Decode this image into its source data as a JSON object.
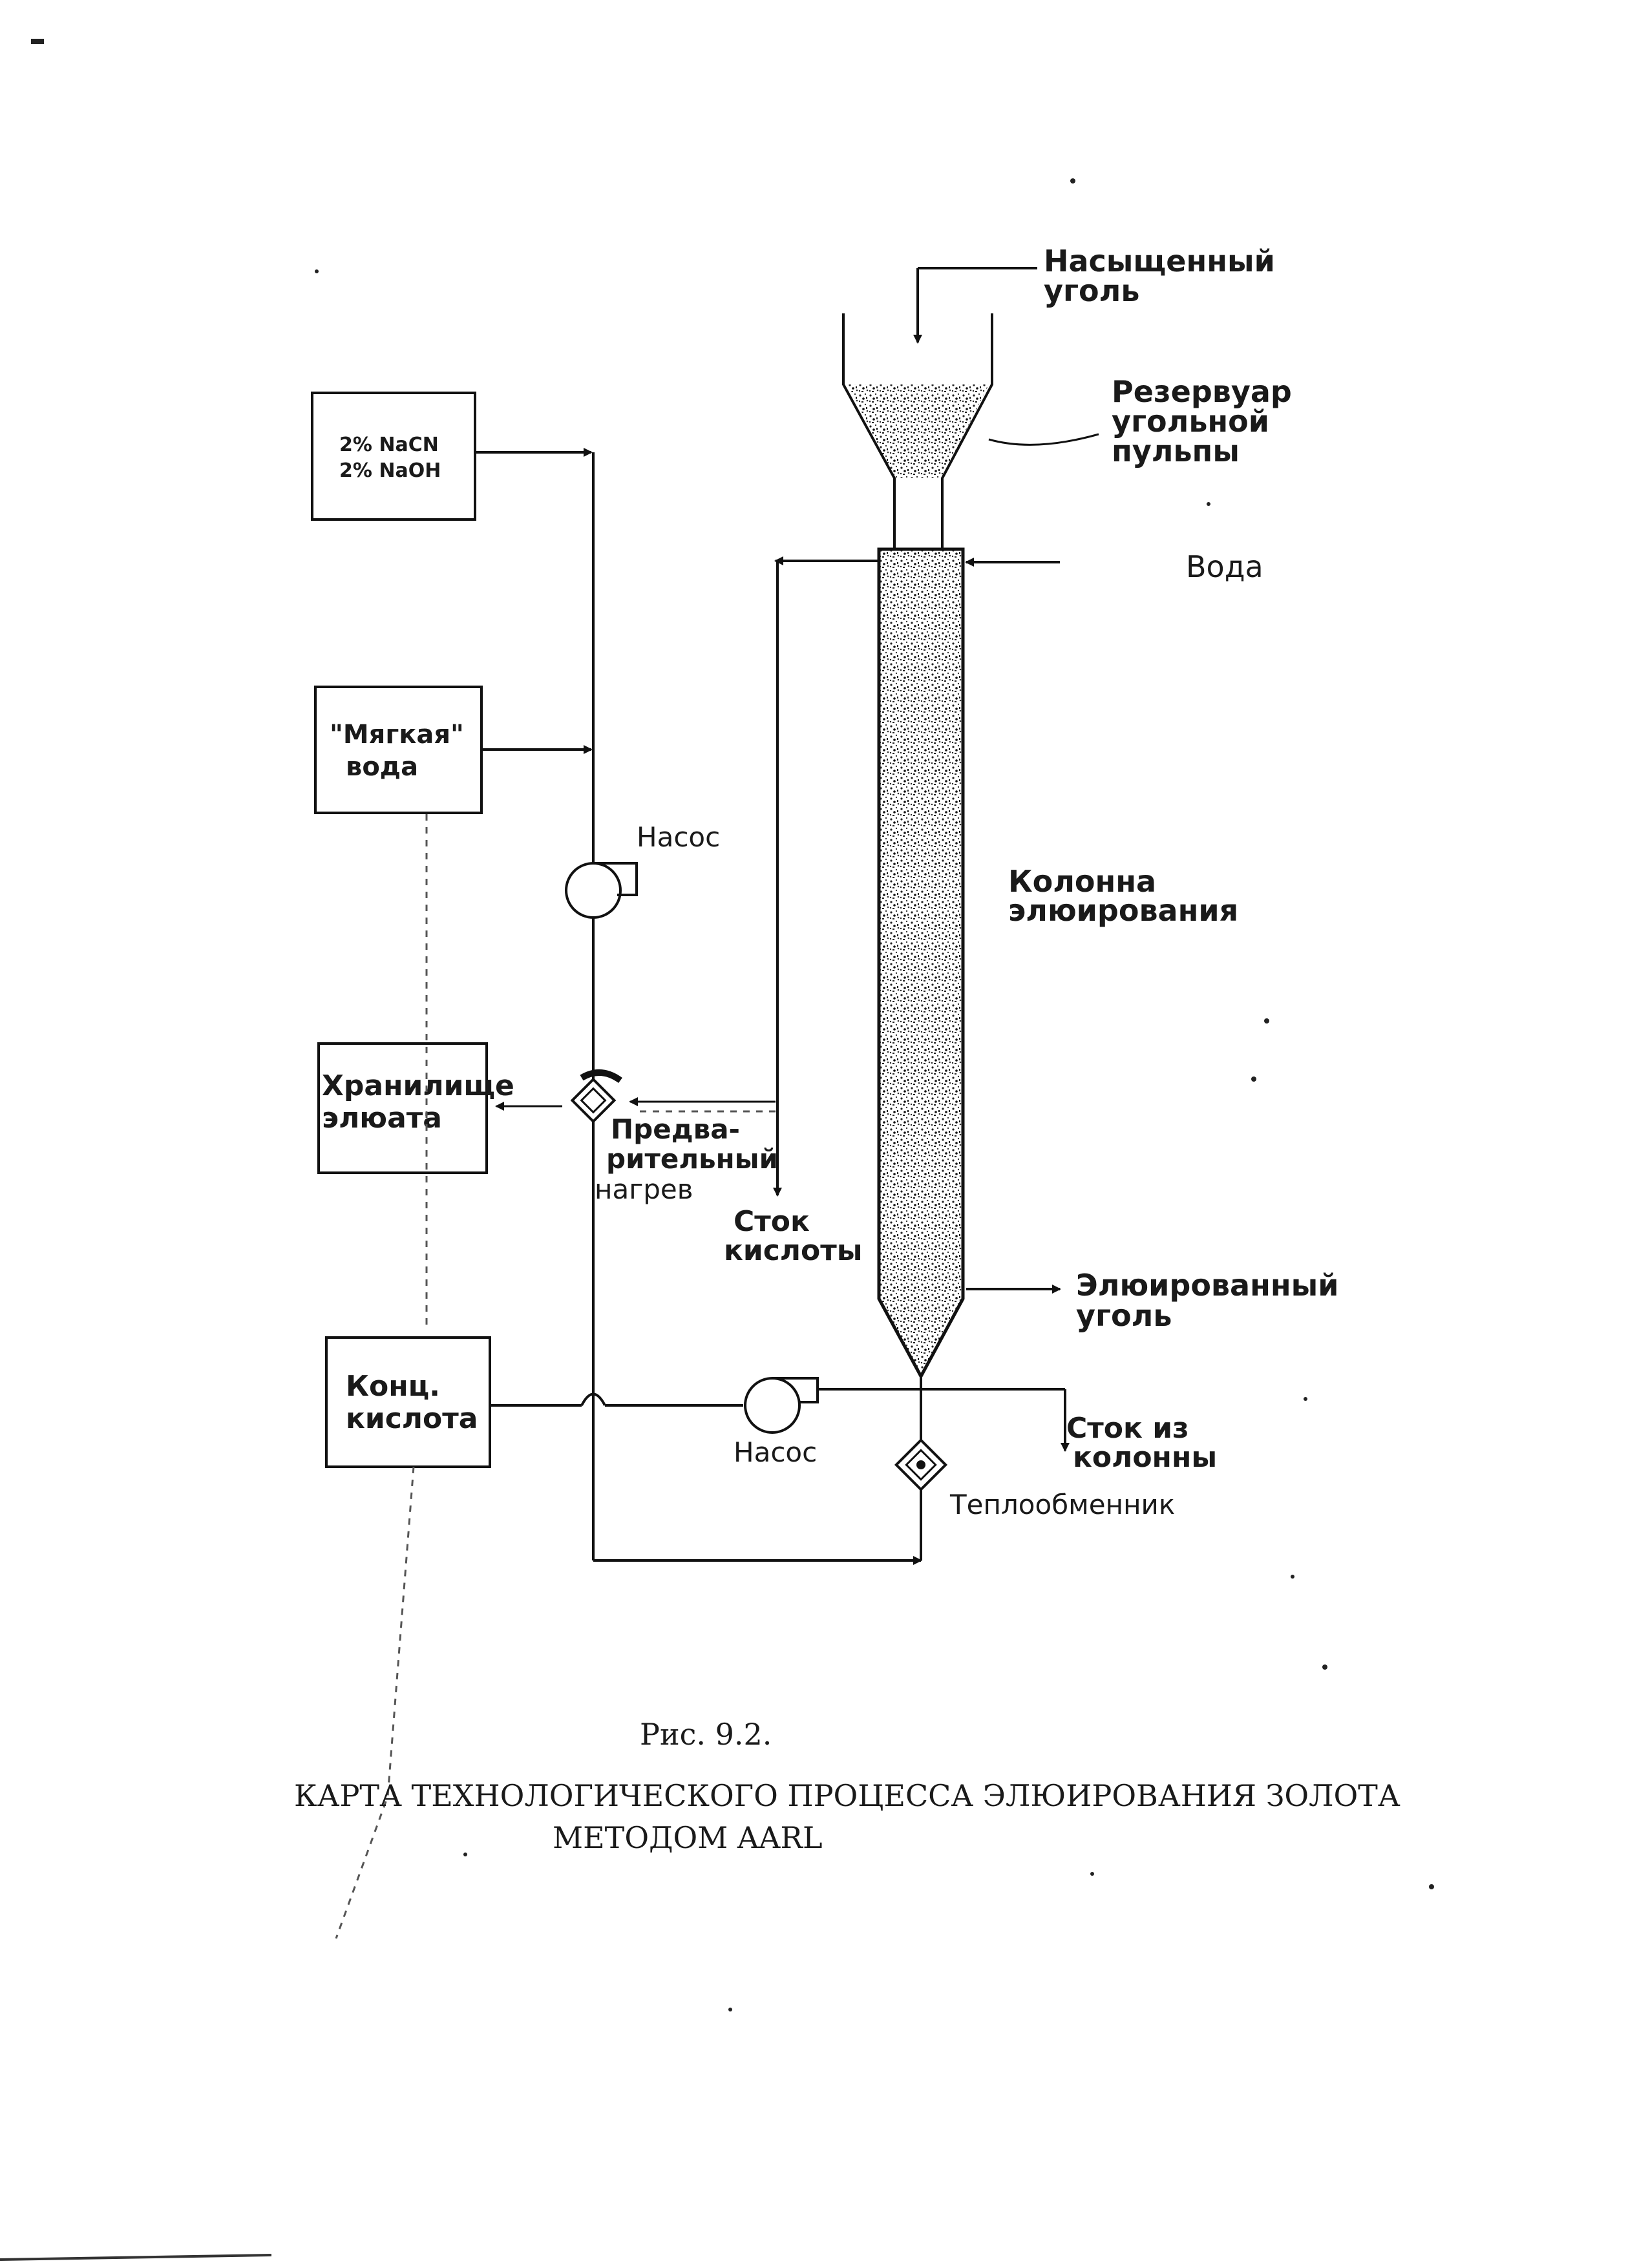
{
  "tanks": {
    "reagent_line1": "2% NaCN",
    "reagent_line2": "2% NaOH",
    "soft_water_line1": "\"Мягкая\"",
    "soft_water_line2": "вода",
    "eluate_store_line1": "Хранилище",
    "eluate_store_line2": "элюата",
    "conc_acid_line1": "Конц.",
    "conc_acid_line2": "кислота"
  },
  "labels": {
    "loaded_carbon_line1": "Насыщенный",
    "loaded_carbon_line2": "уголь",
    "pulp_reservoir_line1": "Резервуар",
    "pulp_reservoir_line2": "угольной",
    "pulp_reservoir_line3": "пульпы",
    "water": "Вода",
    "pump_upper": "Насос",
    "column_line1": "Колонна",
    "column_line2": "элюирования",
    "preheat_line1": "Предва-",
    "preheat_line2": "рительный",
    "preheat_line3": "нагрев",
    "acid_drain_line1": "Сток",
    "acid_drain_line2": "кислоты",
    "eluted_carbon_line1": "Элюированный",
    "eluted_carbon_line2": "уголь",
    "pump_lower": "Насос",
    "column_drain_line1": "Сток из",
    "column_drain_line2": "колонны",
    "heat_exchanger": "Теплообменник"
  },
  "caption": {
    "figure": "Рис. 9.2.",
    "title_line1": "КАРТА ТЕХНОЛОГИЧЕСКОГО ПРОЦЕССА ЭЛЮИРОВАНИЯ ЗОЛОТА",
    "title_line2": "МЕТОДОМ AARL"
  },
  "colors": {
    "ink": "#111111",
    "paper": "#ffffff"
  },
  "icons": [
    "pump-icon",
    "heat-exchanger-icon",
    "arrow-icon"
  ]
}
